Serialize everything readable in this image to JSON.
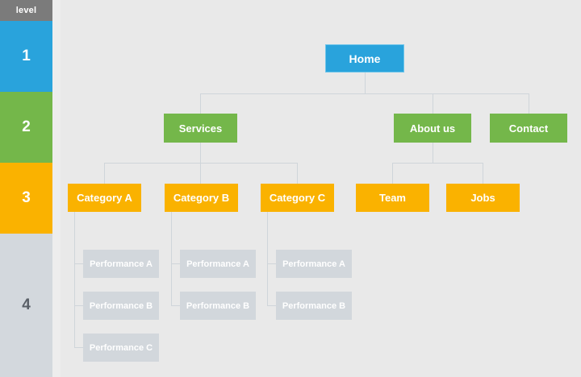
{
  "rail": {
    "header_label": "level",
    "bands": [
      {
        "label": "1",
        "color": "#29a3dc"
      },
      {
        "label": "2",
        "color": "#74b74a"
      },
      {
        "label": "3",
        "color": "#fab200"
      },
      {
        "label": "4",
        "color": "#d3d8dd"
      }
    ]
  },
  "colors": {
    "canvas_bg": "#e9e9e9",
    "gutter_bg": "#ededed",
    "rail_header_bg": "#7b7b7b",
    "connector": "#cfd5da",
    "level1": "#29a3dc",
    "level2": "#74b74a",
    "level3": "#fab200",
    "level4": "#d2d7dc"
  },
  "nodes": {
    "home": "Home",
    "services": "Services",
    "about_us": "About us",
    "contact": "Contact",
    "category_a": "Category A",
    "category_b": "Category B",
    "category_c": "Category C",
    "team": "Team",
    "jobs": "Jobs",
    "cat_a_children": [
      "Performance A",
      "Performance B",
      "Performance C"
    ],
    "cat_b_children": [
      "Performance A",
      "Performance B"
    ],
    "cat_c_children": [
      "Performance A",
      "Performance B"
    ]
  }
}
